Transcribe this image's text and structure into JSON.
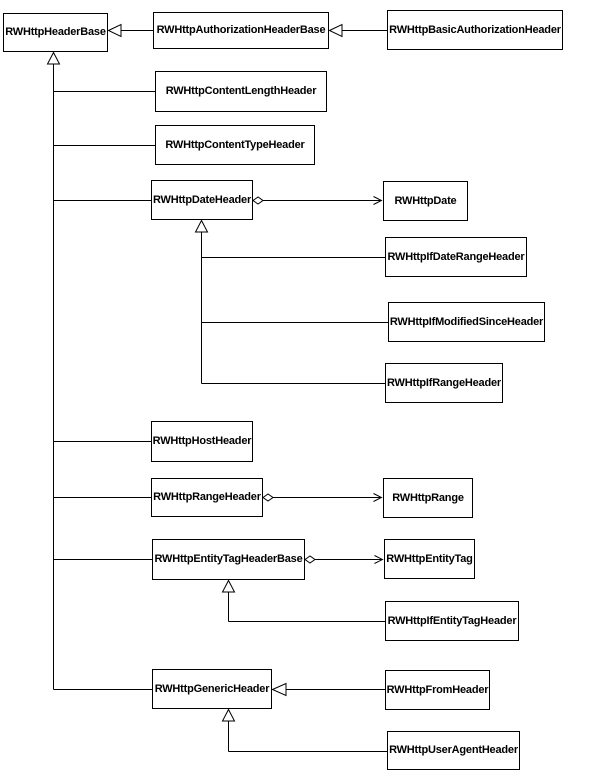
{
  "diagram_type": "class-inheritance-diagram",
  "colors": {
    "background": "#ffffff",
    "box_fill": "#ffffff",
    "line": "#000000",
    "text": "#000000"
  },
  "classes": [
    {
      "label": "RWHttpHeaderBase"
    },
    {
      "label": "RWHttpAuthorizationHeaderBase"
    },
    {
      "label": "RWHttpBasicAuthorizationHeader"
    },
    {
      "label": "RWHttpContentLengthHeader"
    },
    {
      "label": "RWHttpContentTypeHeader"
    },
    {
      "label": "RWHttpDateHeader"
    },
    {
      "label": "RWHttpDate"
    },
    {
      "label": "RWHttpIfDateRangeHeader"
    },
    {
      "label": "RWHttpIfModifiedSinceHeader"
    },
    {
      "label": "RWHttpIfRangeHeader"
    },
    {
      "label": "RWHttpHostHeader"
    },
    {
      "label": "RWHttpRangeHeader"
    },
    {
      "label": "RWHttpRange"
    },
    {
      "label": "RWHttpEntityTagHeaderBase"
    },
    {
      "label": "RWHttpEntityTag"
    },
    {
      "label": "RWHttpIfEntityTagHeader"
    },
    {
      "label": "RWHttpGenericHeader"
    },
    {
      "label": "RWHttpFromHeader"
    },
    {
      "label": "RWHttpUserAgentHeader"
    }
  ],
  "relations": [
    {
      "type": "generalization",
      "child": "RWHttpAuthorizationHeaderBase",
      "parent": "RWHttpHeaderBase"
    },
    {
      "type": "generalization",
      "child": "RWHttpBasicAuthorizationHeader",
      "parent": "RWHttpAuthorizationHeaderBase"
    },
    {
      "type": "generalization",
      "child": "RWHttpContentLengthHeader",
      "parent": "RWHttpHeaderBase"
    },
    {
      "type": "generalization",
      "child": "RWHttpContentTypeHeader",
      "parent": "RWHttpHeaderBase"
    },
    {
      "type": "generalization",
      "child": "RWHttpDateHeader",
      "parent": "RWHttpHeaderBase"
    },
    {
      "type": "generalization",
      "child": "RWHttpHostHeader",
      "parent": "RWHttpHeaderBase"
    },
    {
      "type": "generalization",
      "child": "RWHttpRangeHeader",
      "parent": "RWHttpHeaderBase"
    },
    {
      "type": "generalization",
      "child": "RWHttpEntityTagHeaderBase",
      "parent": "RWHttpHeaderBase"
    },
    {
      "type": "generalization",
      "child": "RWHttpGenericHeader",
      "parent": "RWHttpHeaderBase"
    },
    {
      "type": "generalization",
      "child": "RWHttpIfDateRangeHeader",
      "parent": "RWHttpDateHeader"
    },
    {
      "type": "generalization",
      "child": "RWHttpIfModifiedSinceHeader",
      "parent": "RWHttpDateHeader"
    },
    {
      "type": "generalization",
      "child": "RWHttpIfRangeHeader",
      "parent": "RWHttpDateHeader"
    },
    {
      "type": "generalization",
      "child": "RWHttpIfEntityTagHeader",
      "parent": "RWHttpEntityTagHeaderBase"
    },
    {
      "type": "generalization",
      "child": "RWHttpFromHeader",
      "parent": "RWHttpGenericHeader"
    },
    {
      "type": "generalization",
      "child": "RWHttpUserAgentHeader",
      "parent": "RWHttpGenericHeader"
    },
    {
      "type": "aggregation",
      "owner": "RWHttpDateHeader",
      "part": "RWHttpDate"
    },
    {
      "type": "aggregation",
      "owner": "RWHttpRangeHeader",
      "part": "RWHttpRange"
    },
    {
      "type": "aggregation",
      "owner": "RWHttpEntityTagHeaderBase",
      "part": "RWHttpEntityTag"
    }
  ]
}
